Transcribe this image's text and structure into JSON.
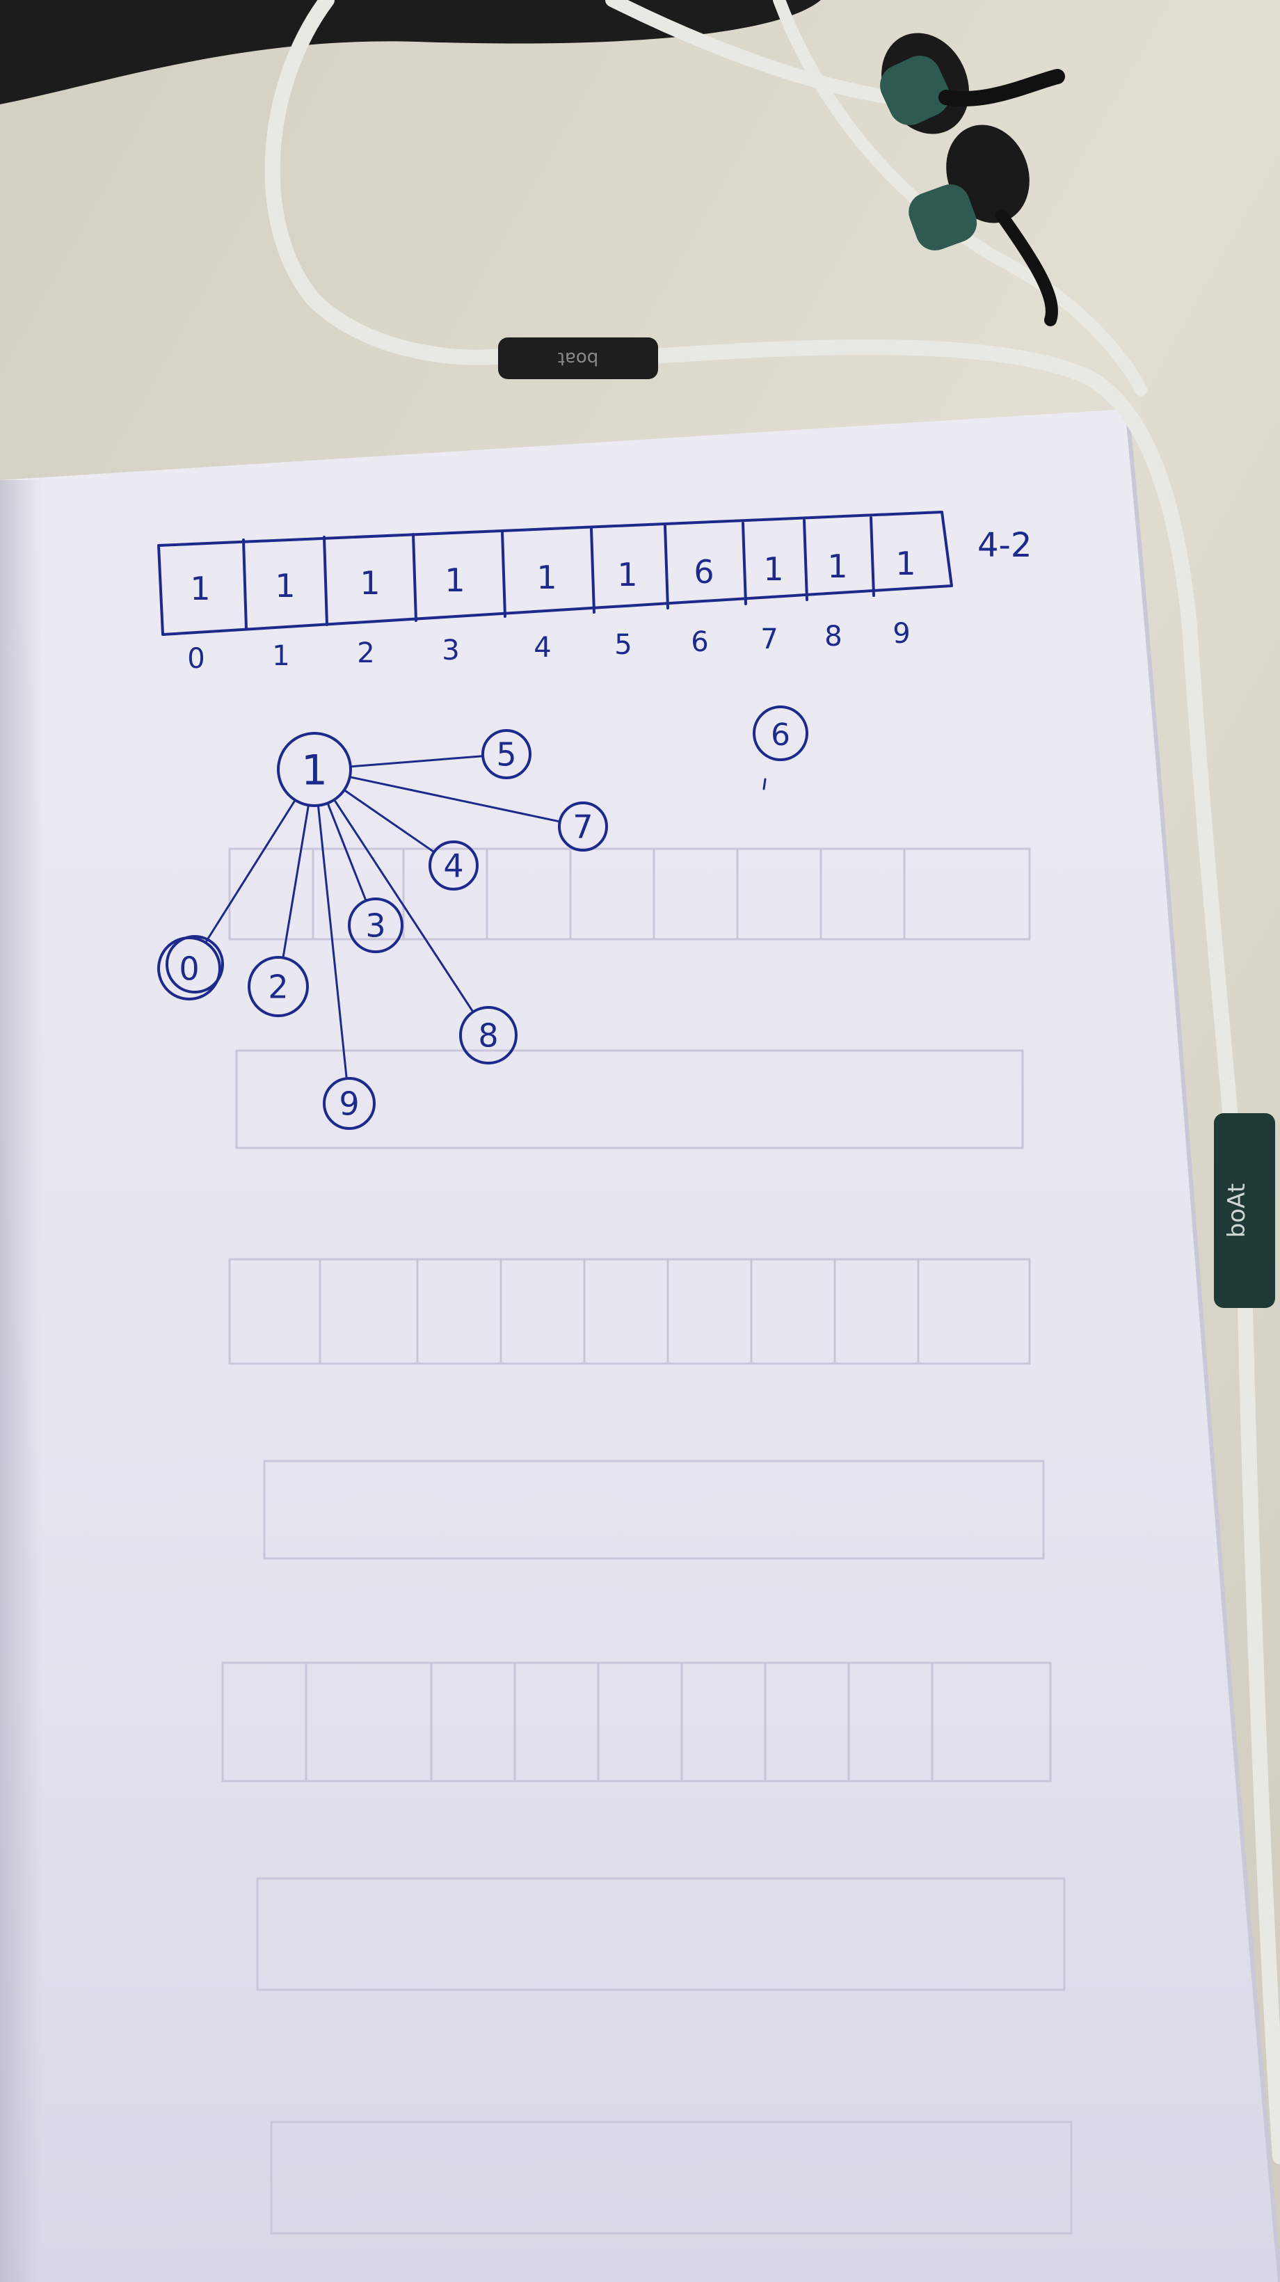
{
  "photo": {
    "earphone_brand": "boat",
    "earphone_brand_mirrored": "boAt"
  },
  "notebook": {
    "array": {
      "values": [
        "1",
        "1",
        "1",
        "1",
        "1",
        "1",
        "6",
        "1",
        "1",
        "1"
      ],
      "indices": [
        "0",
        "1",
        "2",
        "3",
        "4",
        "5",
        "6",
        "7",
        "8",
        "9"
      ],
      "side_note": "4-2"
    },
    "tree": {
      "root": "1",
      "children": [
        "5",
        "7",
        "4",
        "3",
        "8",
        "9",
        "2",
        "0"
      ],
      "separate_node": "6"
    }
  },
  "colors": {
    "ink": "#1d2a8c",
    "paper": "#e8e6f1",
    "desk": "#dcd8cc",
    "cable": "#f2f2ef",
    "earbud": "#1f3a36"
  }
}
